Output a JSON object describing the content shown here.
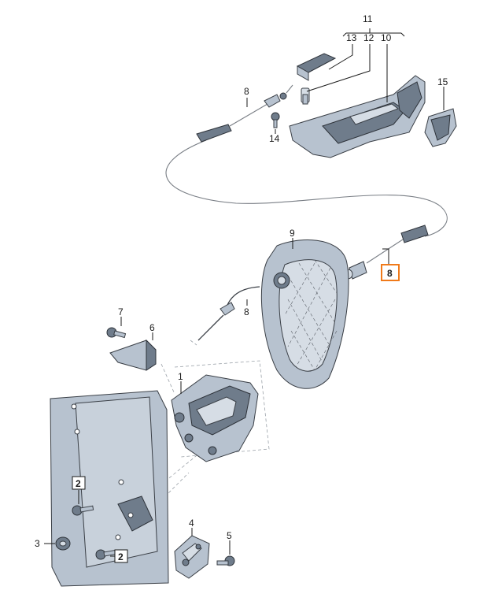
{
  "labels": {
    "l1": "1",
    "l2a": "2",
    "l2b": "2",
    "l3": "3",
    "l4": "4",
    "l5": "5",
    "l6": "6",
    "l7": "7",
    "l8a": "8",
    "l8b": "8",
    "l8c": "8",
    "l9": "9",
    "l10": "10",
    "l11": "11",
    "l12": "12",
    "l13": "13",
    "l14": "14",
    "l15": "15"
  },
  "colors": {
    "highlight": "#f07a1a",
    "part": "#b7c2cf",
    "part_dark": "#6f7c8b"
  }
}
